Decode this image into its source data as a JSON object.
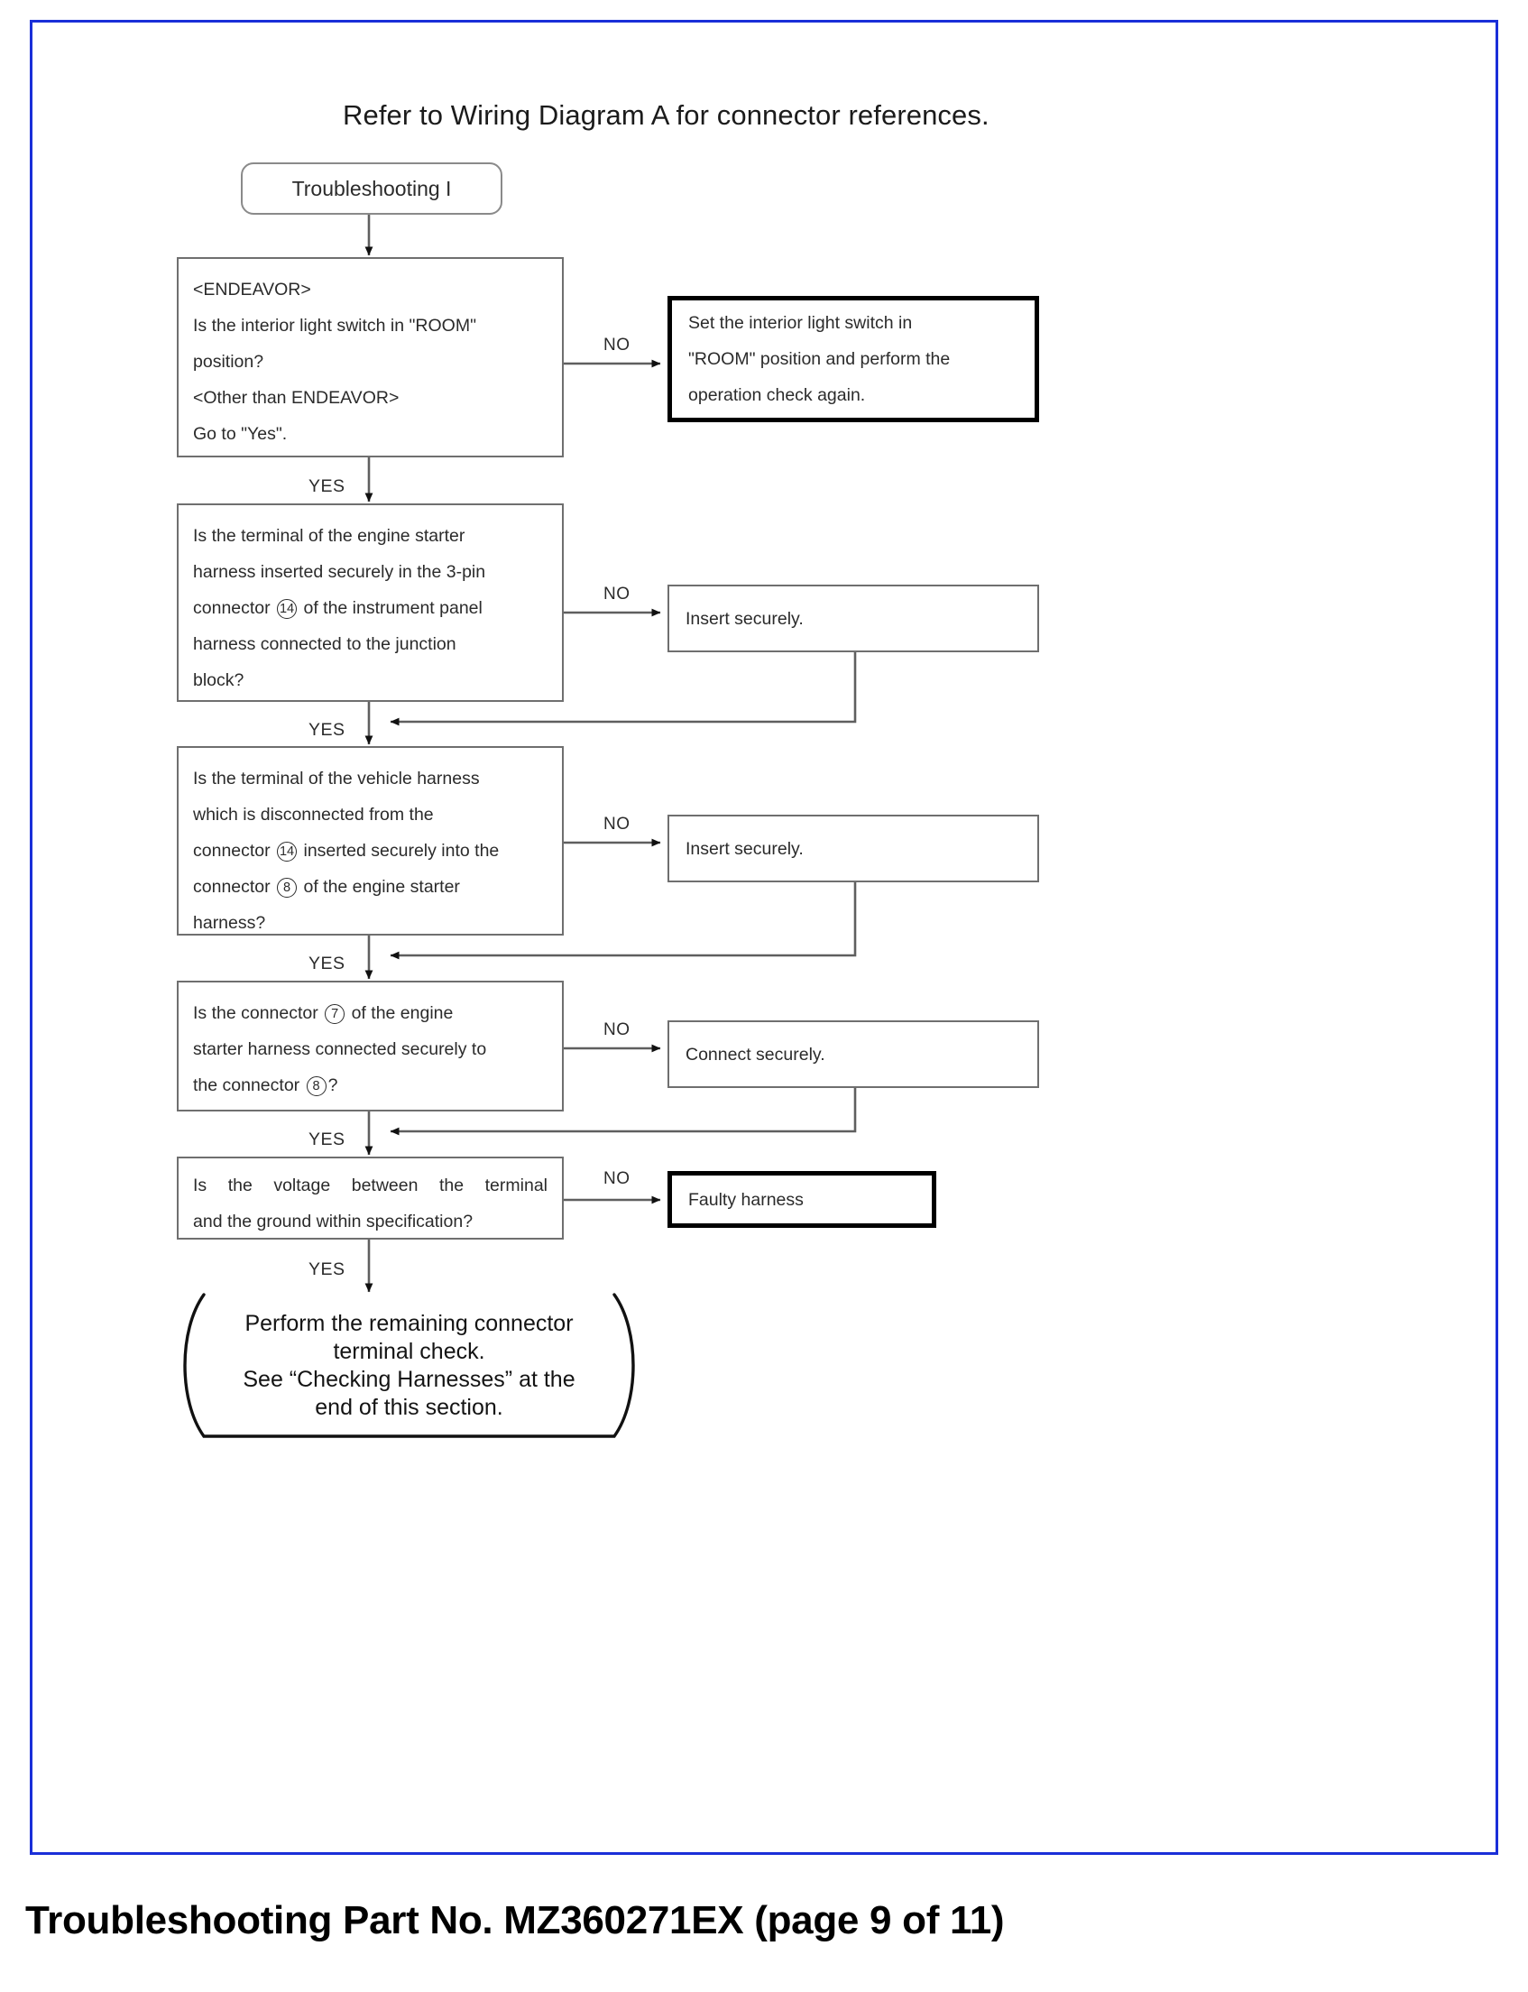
{
  "page": {
    "caption": "Troubleshooting Part No. MZ360271EX (page 9 of 11)",
    "frame_color": "#1a2fd8"
  },
  "diagram": {
    "title": "Refer to Wiring Diagram A for connector references.",
    "start": {
      "label": "Troubleshooting I"
    },
    "branch_no": "NO",
    "branch_yes": "YES",
    "steps": [
      {
        "id": "step-1",
        "question_lines": [
          "<ENDEAVOR>",
          "Is the interior light switch in \"ROOM\"",
          "position?",
          "<Other than ENDEAVOR>",
          "Go to \"Yes\"."
        ],
        "no_action": {
          "emphasis": true,
          "lines": [
            "Set the interior light switch in",
            "\"ROOM\" position and perform the",
            "operation check again."
          ]
        }
      },
      {
        "id": "step-2",
        "question_lines": [
          "Is the terminal of the engine starter",
          "harness inserted securely in the 3-pin",
          "connector ⑭ of the instrument panel",
          "harness connected to the junction",
          "block?"
        ],
        "no_action": {
          "emphasis": false,
          "lines": [
            "Insert securely."
          ]
        }
      },
      {
        "id": "step-3",
        "question_lines": [
          "Is the terminal of the vehicle harness",
          "which is disconnected from the",
          "connector ⑭ inserted securely into the",
          "connector ⑧ of the engine starter",
          "harness?"
        ],
        "no_action": {
          "emphasis": false,
          "lines": [
            "Insert securely."
          ]
        }
      },
      {
        "id": "step-4",
        "question_lines": [
          "Is the connector ⑦ of the engine",
          "starter harness connected securely to",
          "the connector ⑧?"
        ],
        "no_action": {
          "emphasis": false,
          "lines": [
            "Connect securely."
          ]
        }
      },
      {
        "id": "step-5",
        "question_lines": [
          "Is the voltage between the terminal",
          "and the ground within specification?"
        ],
        "no_action": {
          "emphasis": true,
          "lines": [
            "Faulty harness"
          ]
        }
      }
    ],
    "end": {
      "lines": [
        "Perform the remaining connector",
        "terminal check.",
        "See “Checking Harnesses” at the",
        "end of this section."
      ]
    }
  }
}
